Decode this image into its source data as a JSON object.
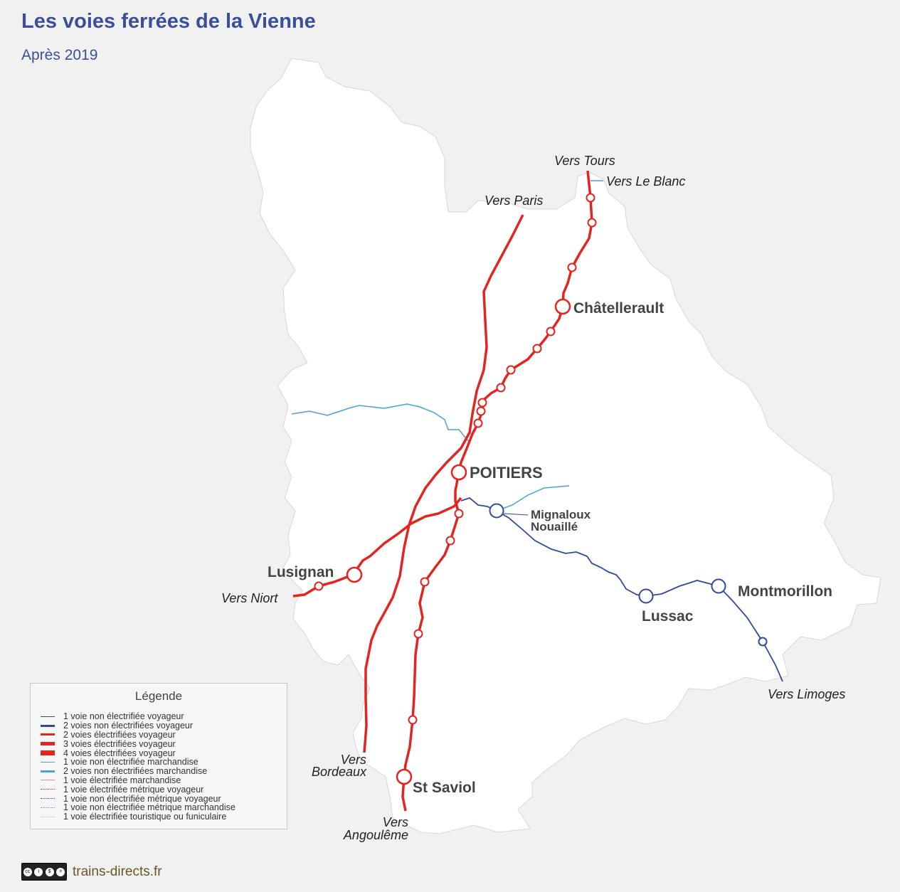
{
  "title": "Les voies ferrées de la Vienne",
  "subtitle": "Après 2019",
  "colors": {
    "electrified": "#e32421",
    "non_electrified_passenger": "#2f4a9c",
    "freight": "#4aa0dc",
    "region": "#ffffff",
    "background": "#f1f1f1"
  },
  "cities": {
    "chatellerault": "Châtellerault",
    "poitiers": "POITIERS",
    "lusignan": "Lusignan",
    "mignaloux": "Mignaloux",
    "nouaille": "Nouaillé",
    "lussac": "Lussac",
    "montmorillon": "Montmorillon",
    "st_saviol": "St Saviol"
  },
  "directions": {
    "tours": "Vers Tours",
    "le_blanc": "Vers Le Blanc",
    "paris": "Vers Paris",
    "niort": "Vers Niort",
    "bordeaux_1": "Vers",
    "bordeaux_2": "Bordeaux",
    "angouleme_1": "Vers",
    "angouleme_2": "Angoulême",
    "limoges": "Vers Limoges"
  },
  "legend": {
    "title": "Légende",
    "items": [
      {
        "label": "1 voie non électrifiée voyageur",
        "color": "#2f4a9c",
        "style": "solid",
        "weight": 1
      },
      {
        "label": "2 voies non électrifiées voyageur",
        "color": "#2f4a9c",
        "style": "solid",
        "weight": 3
      },
      {
        "label": "2 voies électrifiées voyageur",
        "color": "#e32421",
        "style": "solid",
        "weight": 3
      },
      {
        "label": "3 voies électrifiées voyageur",
        "color": "#e32421",
        "style": "solid",
        "weight": 5
      },
      {
        "label": "4 voies électrifiées voyageur",
        "color": "#e32421",
        "style": "solid",
        "weight": 7
      },
      {
        "label": "1 voie non électrifiée marchandise",
        "color": "#4aa0dc",
        "style": "solid",
        "weight": 1
      },
      {
        "label": "2 voies non électrifiées marchandise",
        "color": "#4aa0dc",
        "style": "solid",
        "weight": 3
      },
      {
        "label": "1 voie électrifiée marchandise",
        "color": "#f08aa0",
        "style": "solid",
        "weight": 1
      },
      {
        "label": "1 voie électrifiée métrique voyageur",
        "color": "#e32421",
        "style": "dotted",
        "weight": 1
      },
      {
        "label": "1 voie non électrifiée métrique voyageur",
        "color": "#2f4a9c",
        "style": "dotted",
        "weight": 1
      },
      {
        "label": "1 voie non électrifiée métrique marchandise",
        "color": "#4aa0dc",
        "style": "dotted",
        "weight": 1
      },
      {
        "label": "1 voie électrifiée touristique ou funiculaire",
        "color": "#c8c8c8",
        "style": "dotted",
        "weight": 1
      }
    ]
  },
  "footer": {
    "license": "cc by nc nd",
    "site": "trains-directs.fr"
  }
}
